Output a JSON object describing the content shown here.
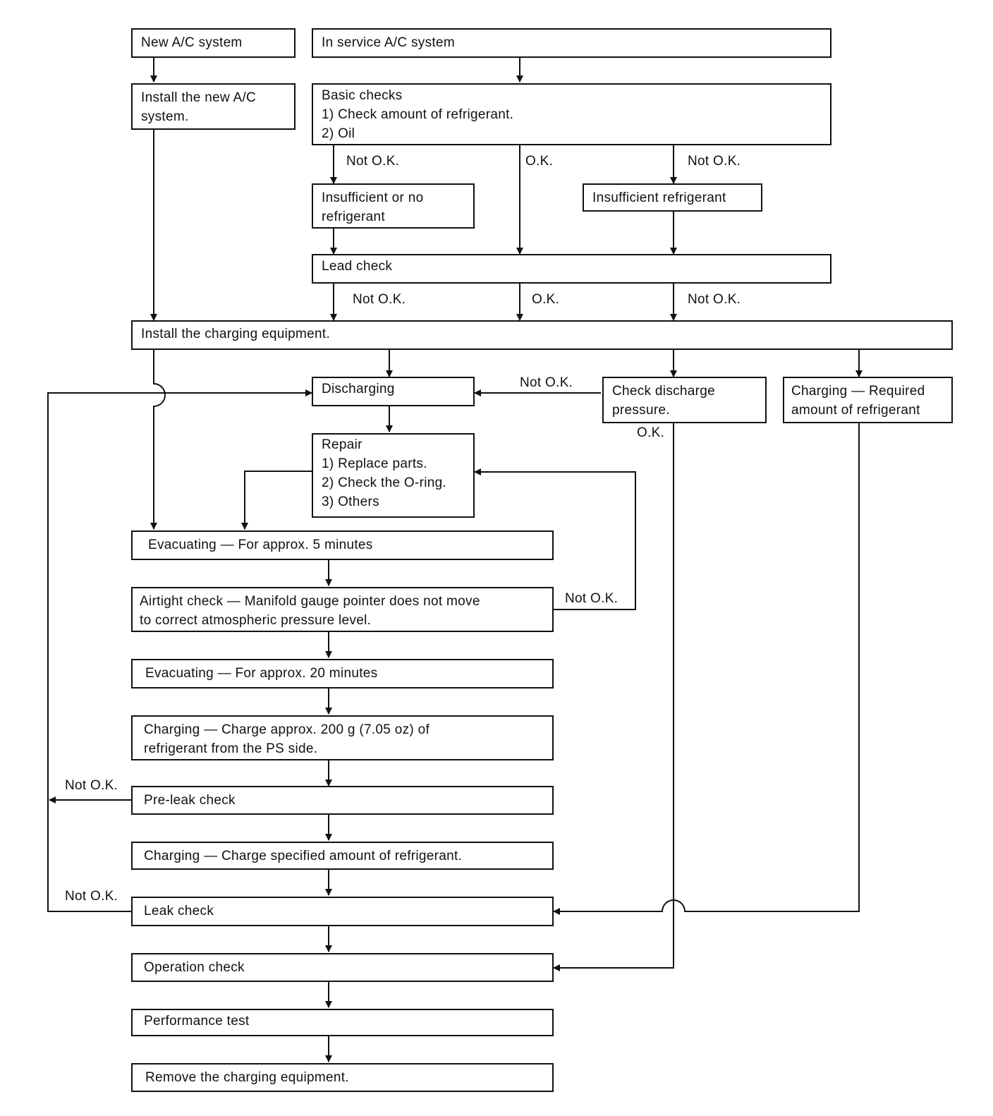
{
  "boxes": {
    "new_ac": [
      "New A/C system"
    ],
    "in_service": [
      "In service A/C system"
    ],
    "install_new": [
      "Install the new A/C",
      "system."
    ],
    "basic_checks": [
      "Basic checks",
      "1) Check amount of refrigerant.",
      "2) Oil"
    ],
    "insufficient_or_no": [
      "Insufficient or no",
      "refrigerant"
    ],
    "insufficient": [
      "Insufficient refrigerant"
    ],
    "lead_check": [
      "Lead check"
    ],
    "install_charging": [
      "Install the charging equipment."
    ],
    "discharging": [
      "Discharging"
    ],
    "check_discharge": [
      "Check discharge",
      "pressure."
    ],
    "charging_required": [
      "Charging — Required",
      "amount of refrigerant"
    ],
    "repair": [
      "Repair",
      "1) Replace parts.",
      "2) Check the O-ring.",
      "3) Others"
    ],
    "evac5": [
      "Evacuating — For approx. 5 minutes"
    ],
    "airtight": [
      "Airtight check — Manifold gauge pointer does not move",
      "to correct atmospheric pressure level."
    ],
    "evac20": [
      "Evacuating — For approx. 20 minutes"
    ],
    "charging200": [
      "Charging — Charge approx. 200 g (7.05 oz) of",
      "refrigerant from the PS side."
    ],
    "preleak": [
      "Pre-leak check"
    ],
    "charging_spec": [
      "Charging — Charge specified amount of refrigerant."
    ],
    "leak": [
      "Leak check"
    ],
    "operation": [
      "Operation check"
    ],
    "performance": [
      "Performance test"
    ],
    "remove": [
      "Remove the charging equipment."
    ]
  },
  "labels": {
    "not_ok": "Not O.K.",
    "ok": "O.K."
  }
}
